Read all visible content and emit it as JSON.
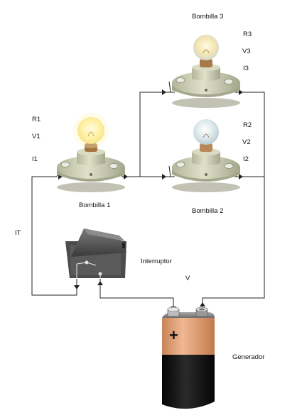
{
  "labels": {
    "bulb1": {
      "name": "Bombilla 1",
      "r": "R1",
      "v": "V1",
      "i": "I1"
    },
    "bulb2": {
      "name": "Bombilla 2",
      "r": "R2",
      "v": "V2",
      "i": "I2"
    },
    "bulb3": {
      "name": "Bombilla 3",
      "r": "R3",
      "v": "V3",
      "i": "I3"
    },
    "total_current": "IT",
    "switch": "Interruptor",
    "voltage": "V",
    "generator": "Generador",
    "battery_sign": "+"
  },
  "colors": {
    "wire": "#222222",
    "socket": "#c8cbb0",
    "bulb_lit": "#fff6b0",
    "bulb_dim": "#e6ece9",
    "filament_base": "#a06e3c",
    "battery_copper": "#e0a078",
    "battery_black": "#111111",
    "battery_top": "#8f8f8f",
    "switch_body": "#4c4c4c"
  }
}
